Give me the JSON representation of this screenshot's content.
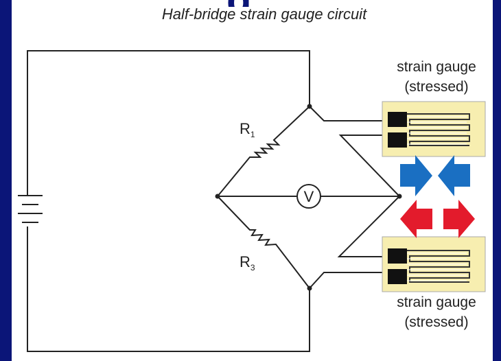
{
  "title": "Half-bridge strain gauge circuit",
  "resistors": {
    "r1": {
      "letter": "R",
      "sub": "1"
    },
    "r3": {
      "letter": "R",
      "sub": "3"
    }
  },
  "meter_label": "V",
  "gauge_top": {
    "line1": "strain gauge",
    "line2": "(stressed)"
  },
  "gauge_bottom": {
    "line1": "strain gauge",
    "line2": "(stressed)"
  },
  "colors": {
    "background": "#0b1578",
    "gauge_pad": "#f7eeb0",
    "compress_arrow": "#1a6fc2",
    "tension_arrow": "#e31b2c"
  }
}
